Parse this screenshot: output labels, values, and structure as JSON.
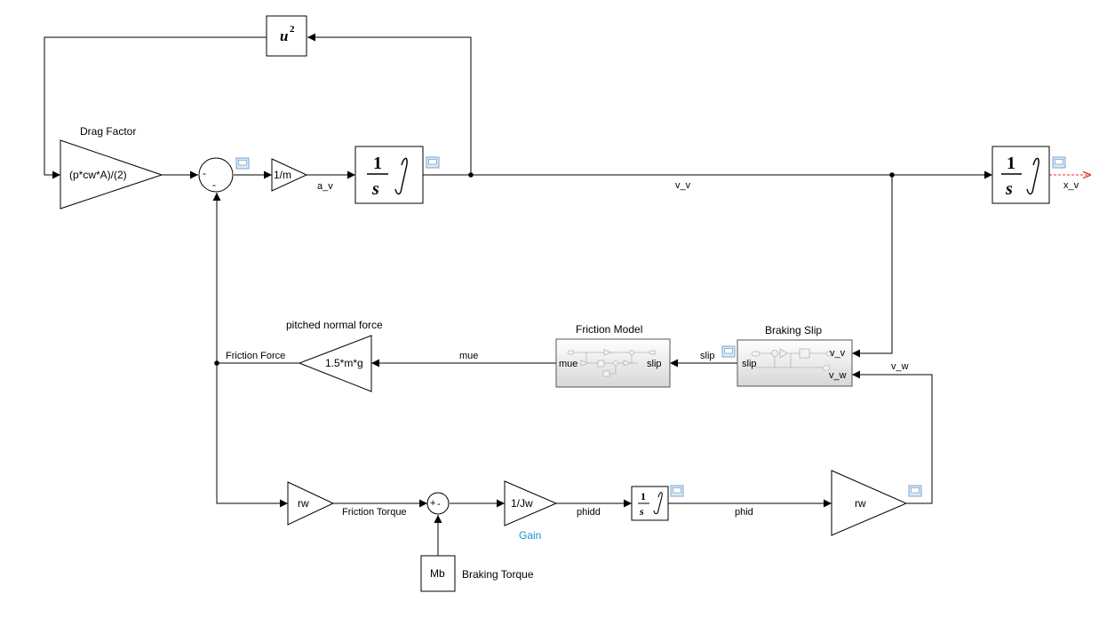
{
  "blocks": {
    "square_fn": {
      "base": "u",
      "sup": "2"
    },
    "drag_gain": {
      "expr": "(p*cw*A)/(2)",
      "title": "Drag Factor"
    },
    "mass_gain": {
      "expr": "1/m"
    },
    "integ_v": {
      "num": "1",
      "den": "s"
    },
    "integ_x": {
      "num": "1",
      "den": "s"
    },
    "normal_gain": {
      "expr": "1.5*m*g",
      "title": "pitched normal force"
    },
    "friction_model": {
      "title": "Friction Model",
      "in_port": "mue",
      "out_port": "slip"
    },
    "braking_slip": {
      "title": "Braking Slip",
      "in_port": "slip",
      "out_port_1": "v_v",
      "out_port_2": "v_w"
    },
    "rw_gain_1": {
      "expr": "rw"
    },
    "jw_gain": {
      "expr": "1/Jw",
      "title": "Gain"
    },
    "integ_phi": {
      "num": "1",
      "den": "s"
    },
    "rw_gain_2": {
      "expr": "rw"
    },
    "braking_const": {
      "expr": "Mb",
      "title": "Braking Torque"
    },
    "sum_1": {
      "signs": [
        "-",
        "-"
      ]
    },
    "sum_2": {
      "signs": [
        "+",
        "-"
      ]
    }
  },
  "signals": {
    "a_v": "a_v",
    "v_v": "v_v",
    "x_v": "x_v",
    "mue": "mue",
    "slip": "slip",
    "v_w": "v_w",
    "friction_force": "Friction Force",
    "friction_torque": "Friction Torque",
    "phidd": "phidd",
    "phid": "phid"
  },
  "colors": {
    "line": "#000000",
    "gain_label": "#1a8fd6",
    "unconnected": "#e8302a",
    "viewer_icon": "#9fc3e6"
  }
}
